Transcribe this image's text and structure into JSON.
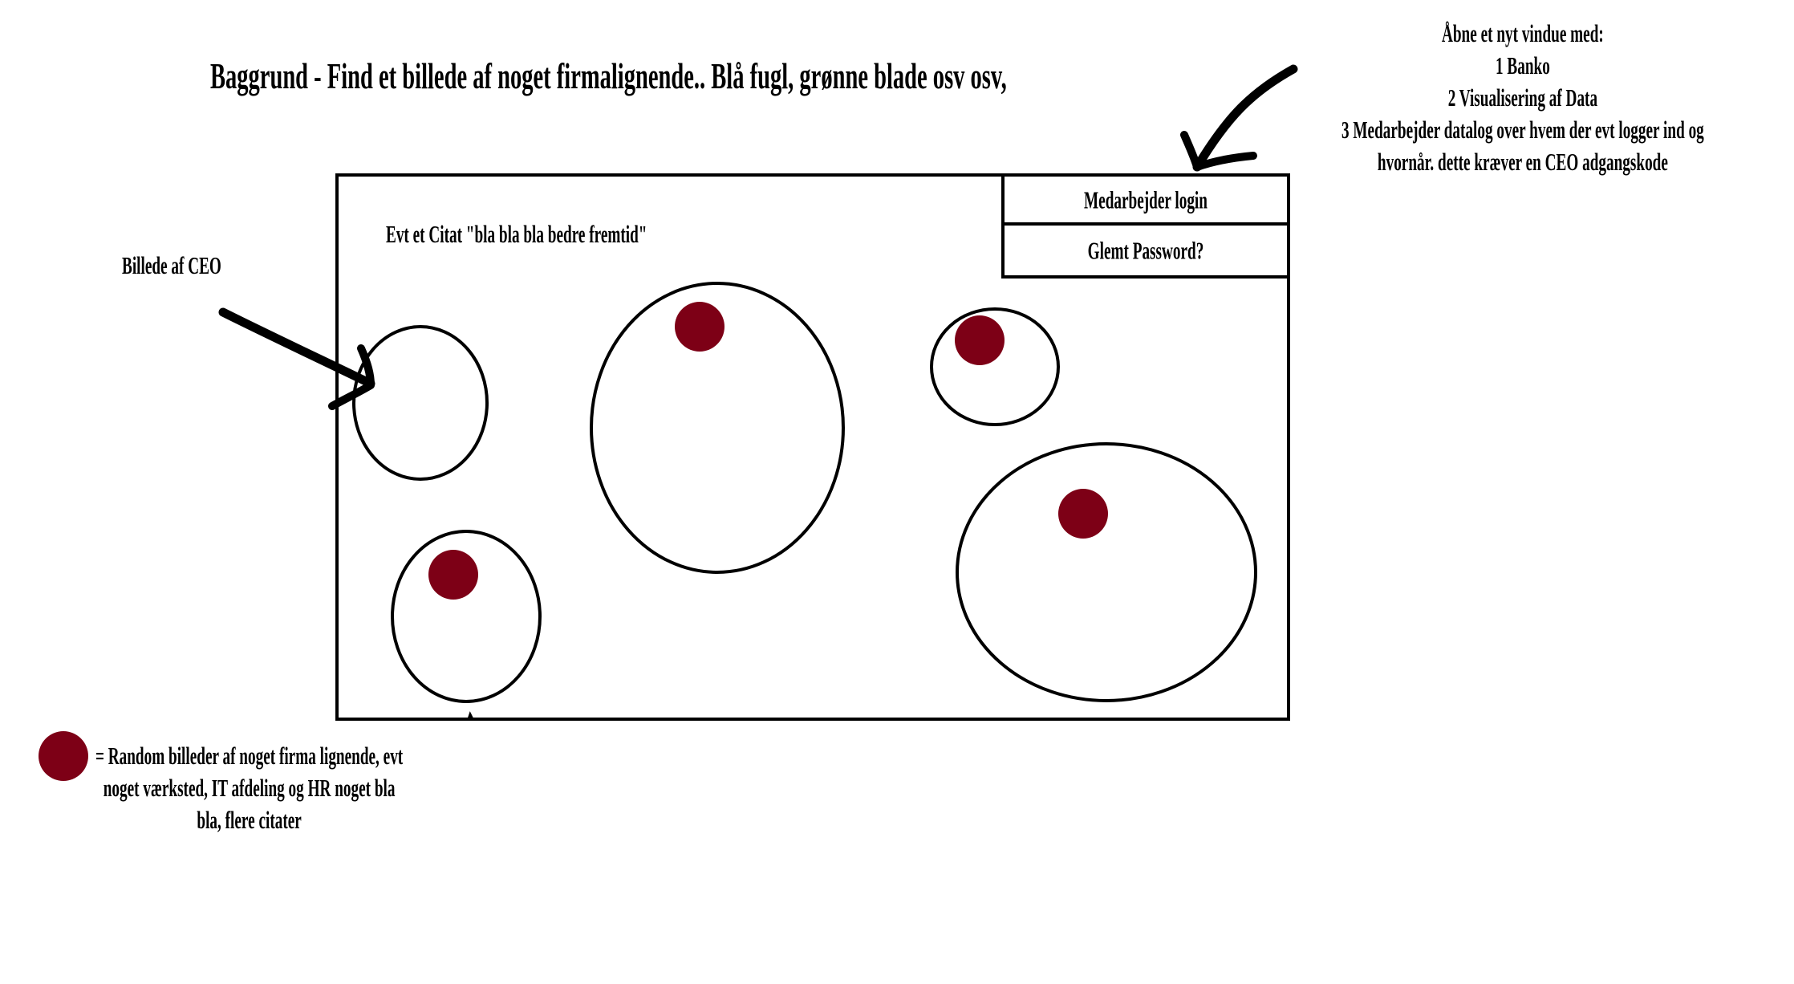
{
  "header": {
    "title": "Baggrund - Find et billede af noget firmalignende.. Blå fugl, grønne blade osv osv,"
  },
  "frame": {
    "quote": "Evt et Citat \"bla bla bla bedre fremtid\"",
    "login_label": "Medarbejder login",
    "forgot_label": "Glemt Password?"
  },
  "annotations": {
    "ceo_label": "Billede af CEO",
    "new_window_lines": [
      "Åbne et nyt vindue med:",
      "1 Banko",
      "2 Visualisering af Data",
      "3 Medarbejder datalog over hvem der evt logger ind og",
      "hvornår. dette kræver en CEO adgangskode"
    ],
    "legend_lines": [
      "= Random billeder af noget firma lignende, evt",
      "noget værksted, IT afdeling og HR noget bla",
      "bla, flere citater"
    ]
  },
  "colors": {
    "marker": "#7d0016",
    "ink": "#000000",
    "background": "#ffffff"
  }
}
